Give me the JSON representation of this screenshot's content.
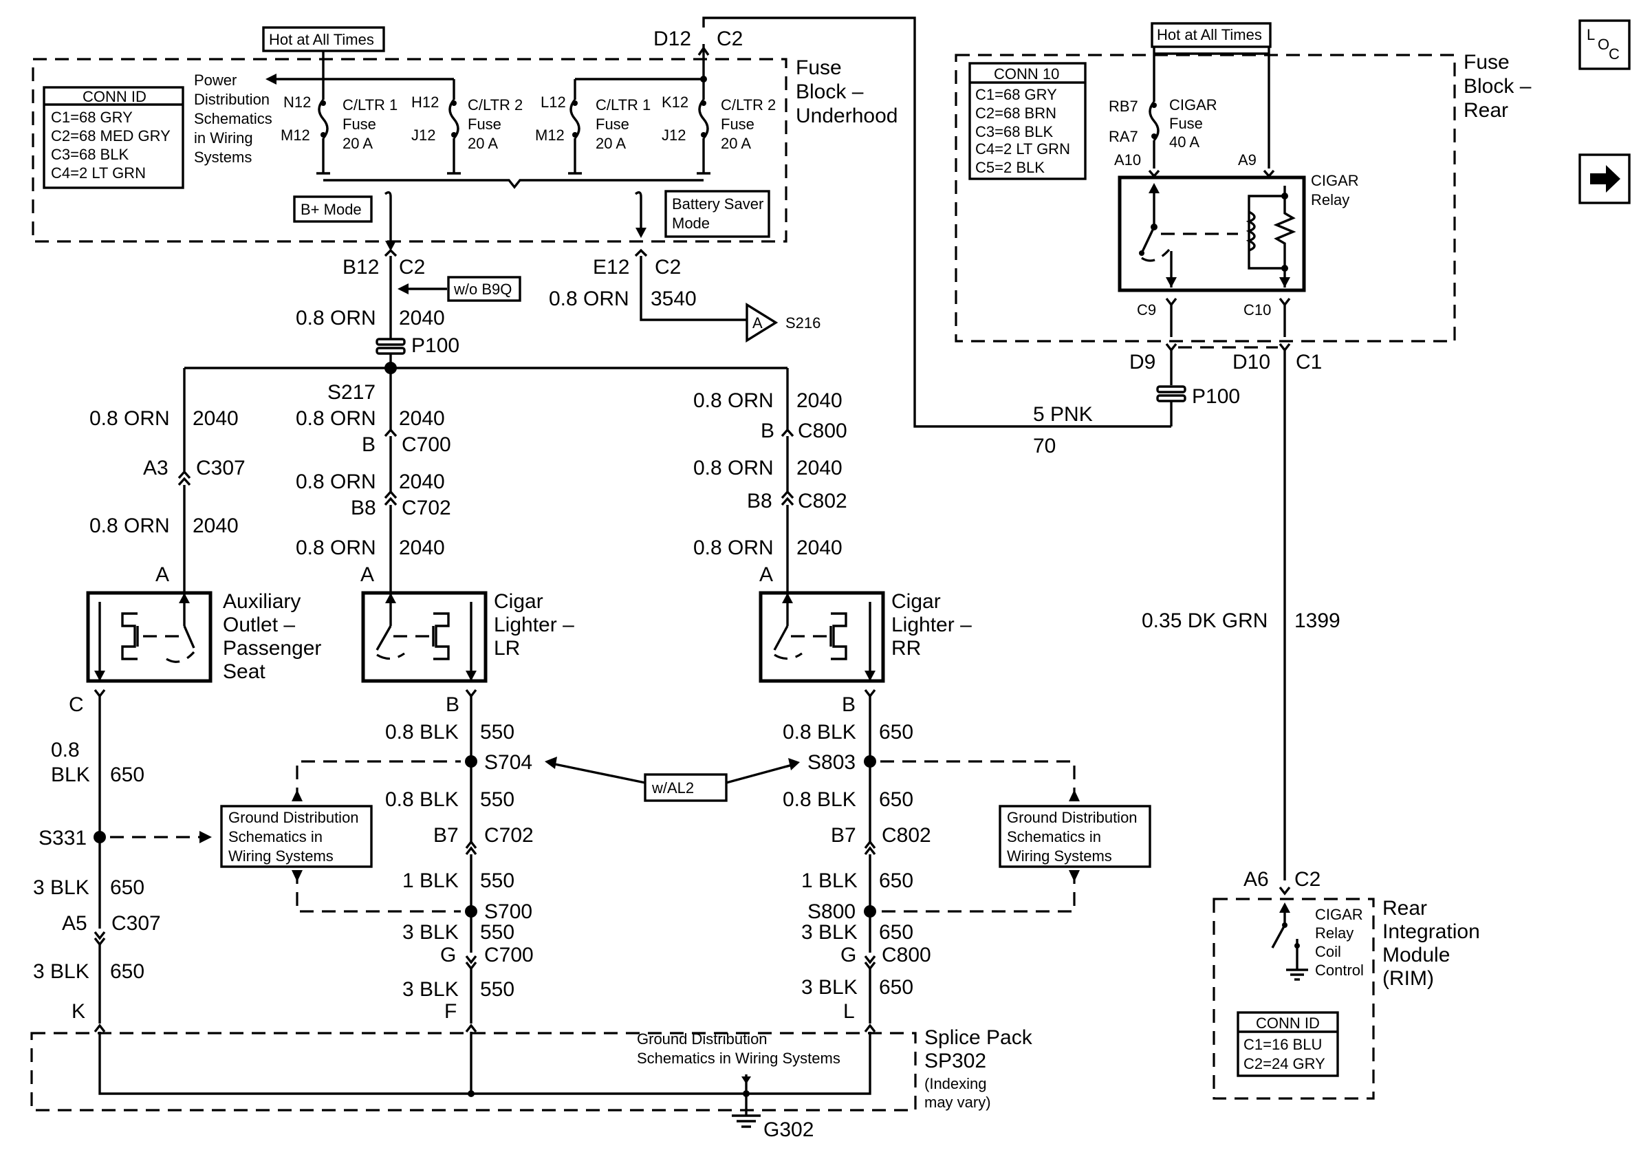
{
  "header_right": {
    "loc_icon_letters": [
      "L",
      "O",
      "C"
    ],
    "next_icon": "arrow-right-icon"
  },
  "fuse_block_underhood": {
    "title_lines": [
      "Fuse",
      "Block –",
      "Underhood"
    ],
    "hot_label": "Hot at All Times",
    "conn_id_title": "CONN ID",
    "conn_id_lines": [
      "C1=68 GRY",
      "C2=68 MED GRY",
      "C3=68 BLK",
      "C4=2 LT GRN"
    ],
    "power_dist_lines": [
      "Power",
      "Distribution",
      "Schematics",
      "in Wiring",
      "Systems"
    ],
    "fuse_left": {
      "top_pin": "N12",
      "bottom_pin": "M12",
      "lines": [
        "C/LTR 1",
        "Fuse",
        "20 A"
      ]
    },
    "fuse_2": {
      "top_pin": "H12",
      "bottom_pin": "J12",
      "lines": [
        "C/LTR 2",
        "Fuse",
        "20 A"
      ]
    },
    "fuse_3": {
      "top_pin": "L12",
      "bottom_pin": "M12",
      "lines": [
        "C/LTR 1",
        "Fuse",
        "20 A"
      ]
    },
    "fuse_4": {
      "top_pin": "K12",
      "bottom_pin": "J12",
      "lines": [
        "C/LTR 2",
        "Fuse",
        "20 A"
      ]
    },
    "b_plus_mode": "B+ Mode",
    "battery_saver_lines": [
      "Battery Saver",
      "Mode"
    ],
    "top_connector_pin": "D12",
    "top_connector": "C2"
  },
  "fuse_block_rear": {
    "title_lines": [
      "Fuse",
      "Block –",
      "Rear"
    ],
    "hot_label": "Hot at All Times",
    "conn_title": "CONN 10",
    "conn_lines": [
      "C1=68 GRY",
      "C2=68 BRN",
      "C3=68 BLK",
      "C4=2 LT GRN",
      "C5=2 BLK"
    ],
    "fuse_pin_top": "RB7",
    "fuse_pin_bottom": "RA7",
    "fuse_lines": [
      "CIGAR",
      "Fuse",
      "40 A"
    ],
    "relay_pin_a10": "A10",
    "relay_pin_a9": "A9",
    "relay_lines": [
      "CIGAR",
      "Relay"
    ],
    "pin_c9": "C9",
    "pin_c10": "C10"
  },
  "wires": {
    "b12": "B12",
    "c2_b12": "C2",
    "wo_b9q": "w/o B9Q",
    "orn_08": "0.8 ORN",
    "circuit_2040": "2040",
    "p100": "P100",
    "e12": "E12",
    "c2_e12": "C2",
    "circuit_3540": "3540",
    "s216_letter": "A",
    "s216": "S216",
    "s217": "S217",
    "b": "B",
    "c700": "C700",
    "b8": "B8",
    "c702": "C702",
    "a": "A",
    "a3": "A3",
    "c307": "C307",
    "c800": "C800",
    "c802": "C802",
    "d9": "D9",
    "d10": "D10",
    "c1": "C1",
    "p100_right": "P100",
    "pnk_5": "5 PNK",
    "circuit_70": "70",
    "dk_grn": "0.35 DK GRN",
    "circuit_1399": "1399",
    "a6": "A6",
    "c2_rim": "C2"
  },
  "devices": {
    "aux_lines": [
      "Auxiliary",
      "Outlet –",
      "Passenger",
      "Seat"
    ],
    "lr_lines": [
      "Cigar",
      "Lighter –",
      "LR"
    ],
    "rr_lines": [
      "Cigar",
      "Lighter –",
      "RR"
    ]
  },
  "grounds": {
    "c": "C",
    "blk_08_a": "0.8",
    "blk_08_b": "BLK",
    "c650": "650",
    "s331": "S331",
    "blk_3": "3 BLK",
    "a5": "A5",
    "c307": "C307",
    "k": "K",
    "b": "B",
    "blk_08": "0.8 BLK",
    "c550": "550",
    "s704": "S704",
    "s803": "S803",
    "w_al2": "w/AL2",
    "b7": "B7",
    "c702": "C702",
    "c802": "C802",
    "blk_1": "1 BLK",
    "s700": "S700",
    "s800": "S800",
    "g": "G",
    "c700": "C700",
    "c800": "C800",
    "f": "F",
    "l": "L",
    "gd_lines": [
      "Ground Distribution",
      "Schematics in",
      "Wiring Systems"
    ],
    "splice_lines": [
      "Splice Pack",
      "SP302"
    ],
    "splice_note": [
      "(Indexing",
      "may vary)"
    ],
    "splice_inner": [
      "Ground Distribution",
      "Schematics in Wiring Systems"
    ],
    "g302": "G302"
  },
  "rim": {
    "title_lines": [
      "Rear",
      "Integration",
      "Module",
      "(RIM)"
    ],
    "relay_lines": [
      "CIGAR",
      "Relay",
      "Coil",
      "Control"
    ],
    "conn_title": "CONN ID",
    "conn_lines": [
      "C1=16 BLU",
      "C2=24 GRY"
    ]
  }
}
